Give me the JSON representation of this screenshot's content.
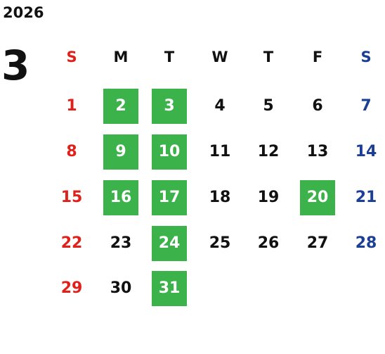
{
  "year": "2026",
  "month": "3",
  "colors": {
    "sunday": "#e0211b",
    "saturday": "#1b3f96",
    "weekday": "#111111",
    "highlight_bg": "#3cb34a",
    "highlight_text": "#ffffff"
  },
  "weekdays": [
    {
      "label": "S",
      "type": "sun"
    },
    {
      "label": "M",
      "type": "weekday"
    },
    {
      "label": "T",
      "type": "weekday"
    },
    {
      "label": "W",
      "type": "weekday"
    },
    {
      "label": "T",
      "type": "weekday"
    },
    {
      "label": "F",
      "type": "weekday"
    },
    {
      "label": "S",
      "type": "sat"
    }
  ],
  "weeks": [
    [
      {
        "day": "1",
        "highlighted": false
      },
      {
        "day": "2",
        "highlighted": true
      },
      {
        "day": "3",
        "highlighted": true
      },
      {
        "day": "4",
        "highlighted": false
      },
      {
        "day": "5",
        "highlighted": false
      },
      {
        "day": "6",
        "highlighted": false
      },
      {
        "day": "7",
        "highlighted": false
      }
    ],
    [
      {
        "day": "8",
        "highlighted": false
      },
      {
        "day": "9",
        "highlighted": true
      },
      {
        "day": "10",
        "highlighted": true
      },
      {
        "day": "11",
        "highlighted": false
      },
      {
        "day": "12",
        "highlighted": false
      },
      {
        "day": "13",
        "highlighted": false
      },
      {
        "day": "14",
        "highlighted": false
      }
    ],
    [
      {
        "day": "15",
        "highlighted": false
      },
      {
        "day": "16",
        "highlighted": true
      },
      {
        "day": "17",
        "highlighted": true
      },
      {
        "day": "18",
        "highlighted": false
      },
      {
        "day": "19",
        "highlighted": false
      },
      {
        "day": "20",
        "highlighted": true
      },
      {
        "day": "21",
        "highlighted": false
      }
    ],
    [
      {
        "day": "22",
        "highlighted": false
      },
      {
        "day": "23",
        "highlighted": false
      },
      {
        "day": "24",
        "highlighted": true
      },
      {
        "day": "25",
        "highlighted": false
      },
      {
        "day": "26",
        "highlighted": false
      },
      {
        "day": "27",
        "highlighted": false
      },
      {
        "day": "28",
        "highlighted": false
      }
    ],
    [
      {
        "day": "29",
        "highlighted": false
      },
      {
        "day": "30",
        "highlighted": false
      },
      {
        "day": "31",
        "highlighted": true
      }
    ]
  ]
}
